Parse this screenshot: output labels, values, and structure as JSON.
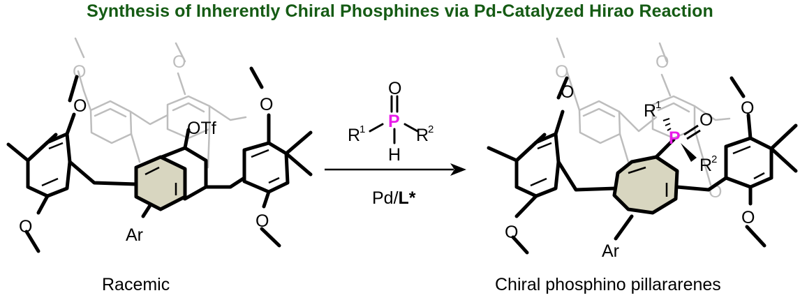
{
  "title": "Synthesis of Inherently Chiral Phosphines via Pd-Catalyzed Hirao Reaction",
  "colors": {
    "title": "#155b14",
    "phosphorus": "#e91ce9",
    "ring_fill": "#d8d6c0",
    "back_bonds": "#bdbdbd",
    "front_bonds": "#000000"
  },
  "left": {
    "leaving_group": "OTf",
    "aryl": "Ar",
    "caption": "Racemic"
  },
  "reagent": {
    "phosphorus": "P",
    "oxygen": "O",
    "hydrogen": "H",
    "r1": "R",
    "r1_sup": "1",
    "r2": "R",
    "r2_sup": "2",
    "catalyst_prefix": "Pd/",
    "ligand": "L*"
  },
  "right": {
    "phosphorus": "P",
    "oxygen": "O",
    "r1": "R",
    "r1_sup": "1",
    "r2": "R",
    "r2_sup": "2",
    "aryl": "Ar",
    "caption": "Chiral phosphino pillararenes"
  },
  "methoxy_oxygen": "O"
}
